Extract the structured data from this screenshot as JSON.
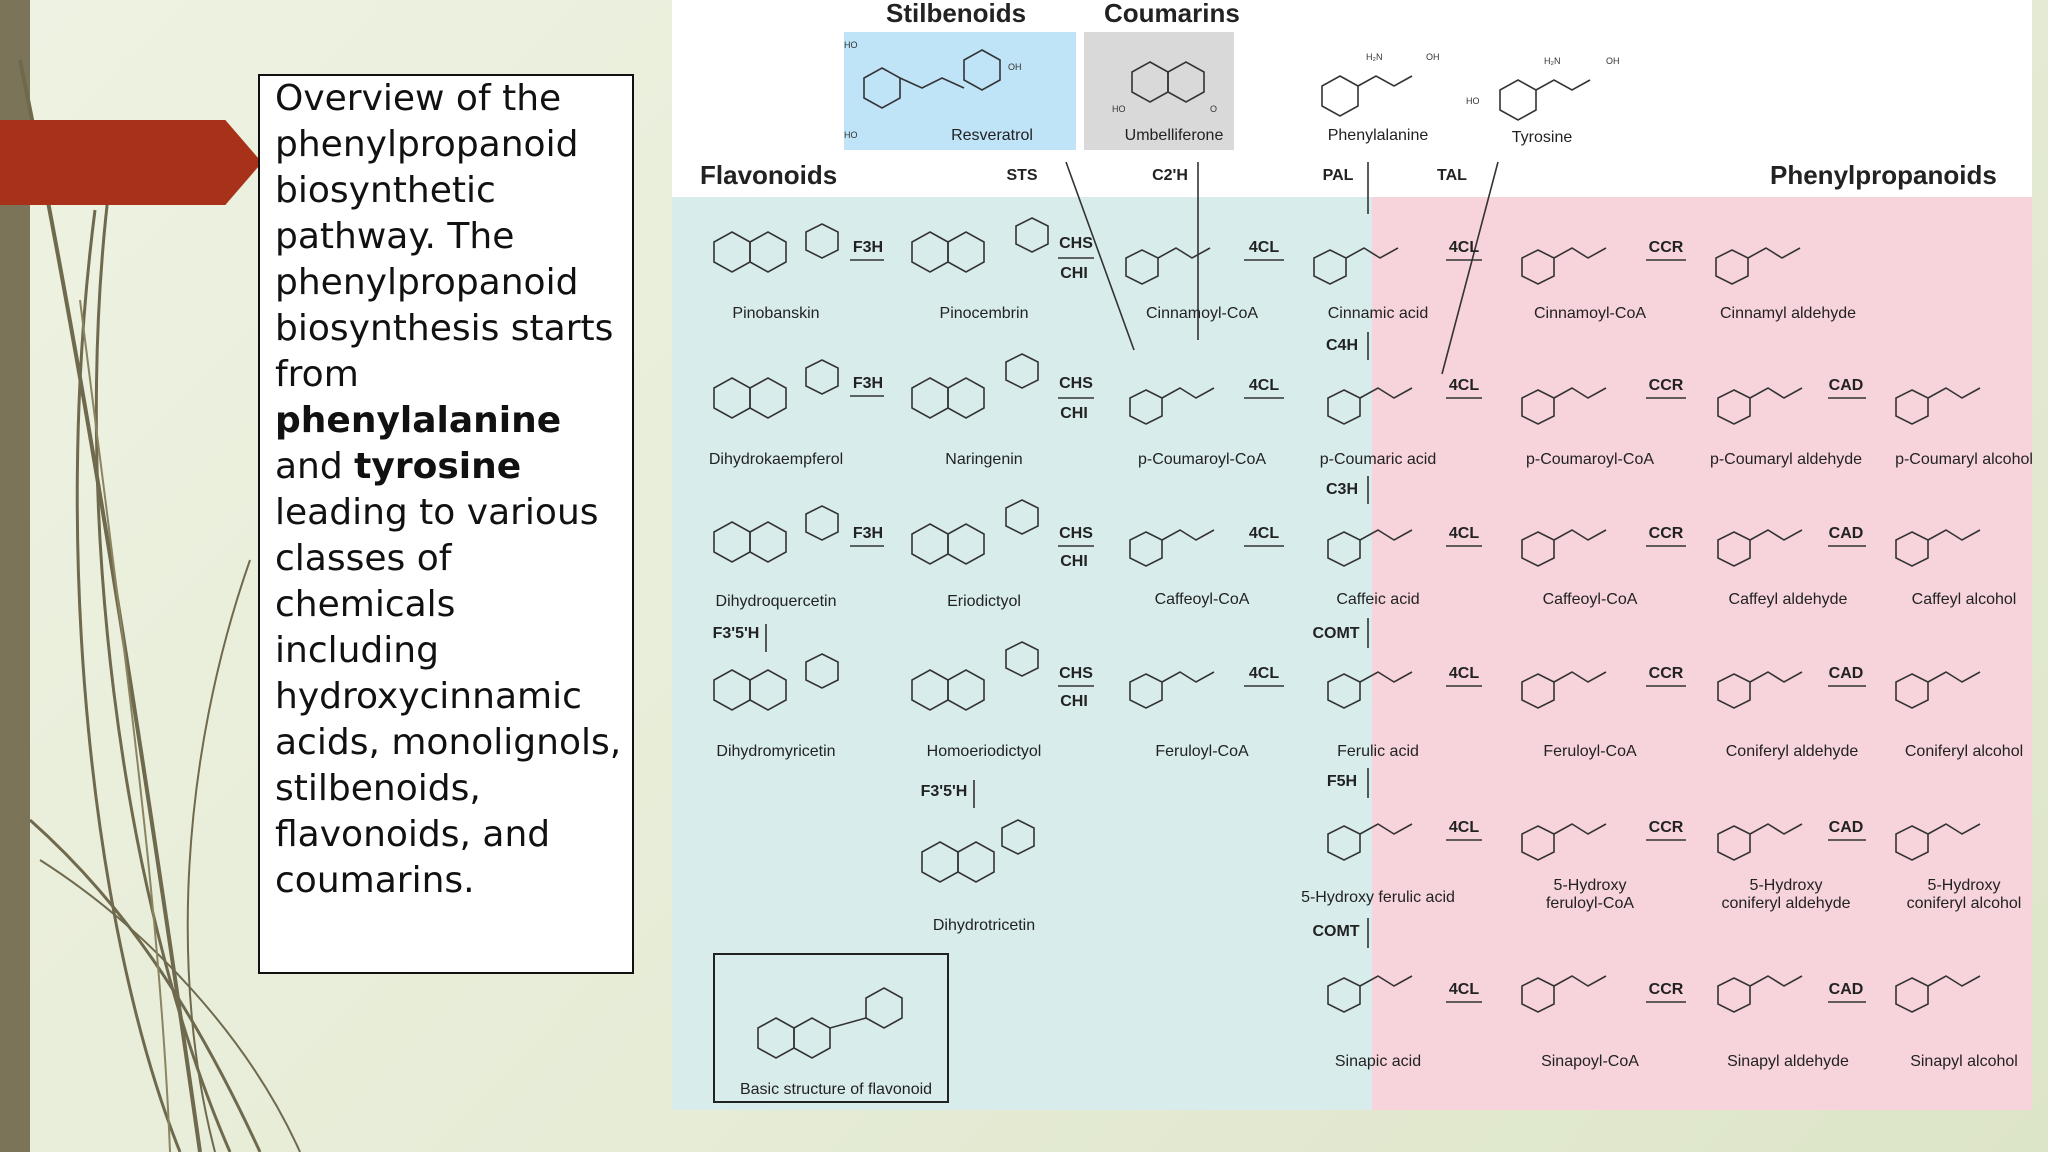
{
  "caption": {
    "pre1": "Overview of the phenylpropanoid biosynthetic pathway. The phenylpropanoid biosynthesis starts from ",
    "bold1": "phenylalanine",
    "mid": " and ",
    "bold2": "tyrosine",
    "post": " leading to various classes of chemicals including hydroxycinnamic acids, monolignols, stilbenoids, flavonoids, and coumarins."
  },
  "headers": {
    "stilbenoids": "Stilbenoids",
    "coumarins": "Coumarins",
    "flavonoids": "Flavonoids",
    "phenylpropanoids": "Phenylpropanoids"
  },
  "top_compounds": {
    "resveratrol": "Resveratrol",
    "umbelliferone": "Umbelliferone",
    "phenylalanine": "Phenylalanine",
    "tyrosine": "Tyrosine"
  },
  "top_enzymes": {
    "sts": "STS",
    "c2h": "C2'H",
    "pal": "PAL",
    "tal": "TAL"
  },
  "flavonoids": {
    "pinobanskin": "Pinobanskin",
    "pinocembrin": "Pinocembrin",
    "dihydrokaempferol": "Dihydrokaempferol",
    "naringenin": "Naringenin",
    "dihydroquercetin": "Dihydroquercetin",
    "eriodictyol": "Eriodictyol",
    "dihydromyricetin": "Dihydromyricetin",
    "homoeriodictyol": "Homoeriodictyol",
    "dihydrotricetin": "Dihydrotricetin",
    "basic_structure": "Basic structure of flavonoid"
  },
  "flav_enzymes": {
    "f3h": "F3H",
    "chs": "CHS",
    "chi": "CHI",
    "f35h": "F3'5'H"
  },
  "coa_col1": [
    "Cinnamoyl-CoA",
    "p-Coumaroyl-CoA",
    "Caffeoyl-CoA",
    "Feruloyl-CoA"
  ],
  "acids": [
    "Cinnamic acid",
    "p-Coumaric acid",
    "Caffeic acid",
    "Ferulic acid",
    "5-Hydroxy ferulic acid",
    "Sinapic acid"
  ],
  "side_enzymes": [
    "C4H",
    "C3H",
    "COMT",
    "F5H",
    "COMT"
  ],
  "coa_col2": [
    "Cinnamoyl-CoA",
    "p-Coumaroyl-CoA",
    "Caffeoyl-CoA",
    "Feruloyl-CoA",
    "5-Hydroxy\nferuloyl-CoA",
    "Sinapoyl-CoA"
  ],
  "aldehydes": [
    "Cinnamyl aldehyde",
    "p-Coumaryl aldehyde",
    "Caffeyl aldehyde",
    "Coniferyl aldehyde",
    "5-Hydroxy\nconiferyl aldehyde",
    "Sinapyl aldehyde"
  ],
  "alcohols": [
    "p-Coumaryl alcohol",
    "Caffeyl alcohol",
    "Coniferyl alcohol",
    "5-Hydroxy\nconiferyl alcohol",
    "Sinapyl alcohol"
  ],
  "enzymes_main": {
    "c4l": "4CL",
    "ccr": "CCR",
    "cad": "CAD"
  },
  "colors": {
    "flavonoid_bg": "#d9ecec",
    "phenylpropanoid_bg": "#f7d4dc",
    "stilbene_bg": "#bfe3f7",
    "coumarin_bg": "#d9d9d9",
    "accent_red": "#a8311a"
  }
}
